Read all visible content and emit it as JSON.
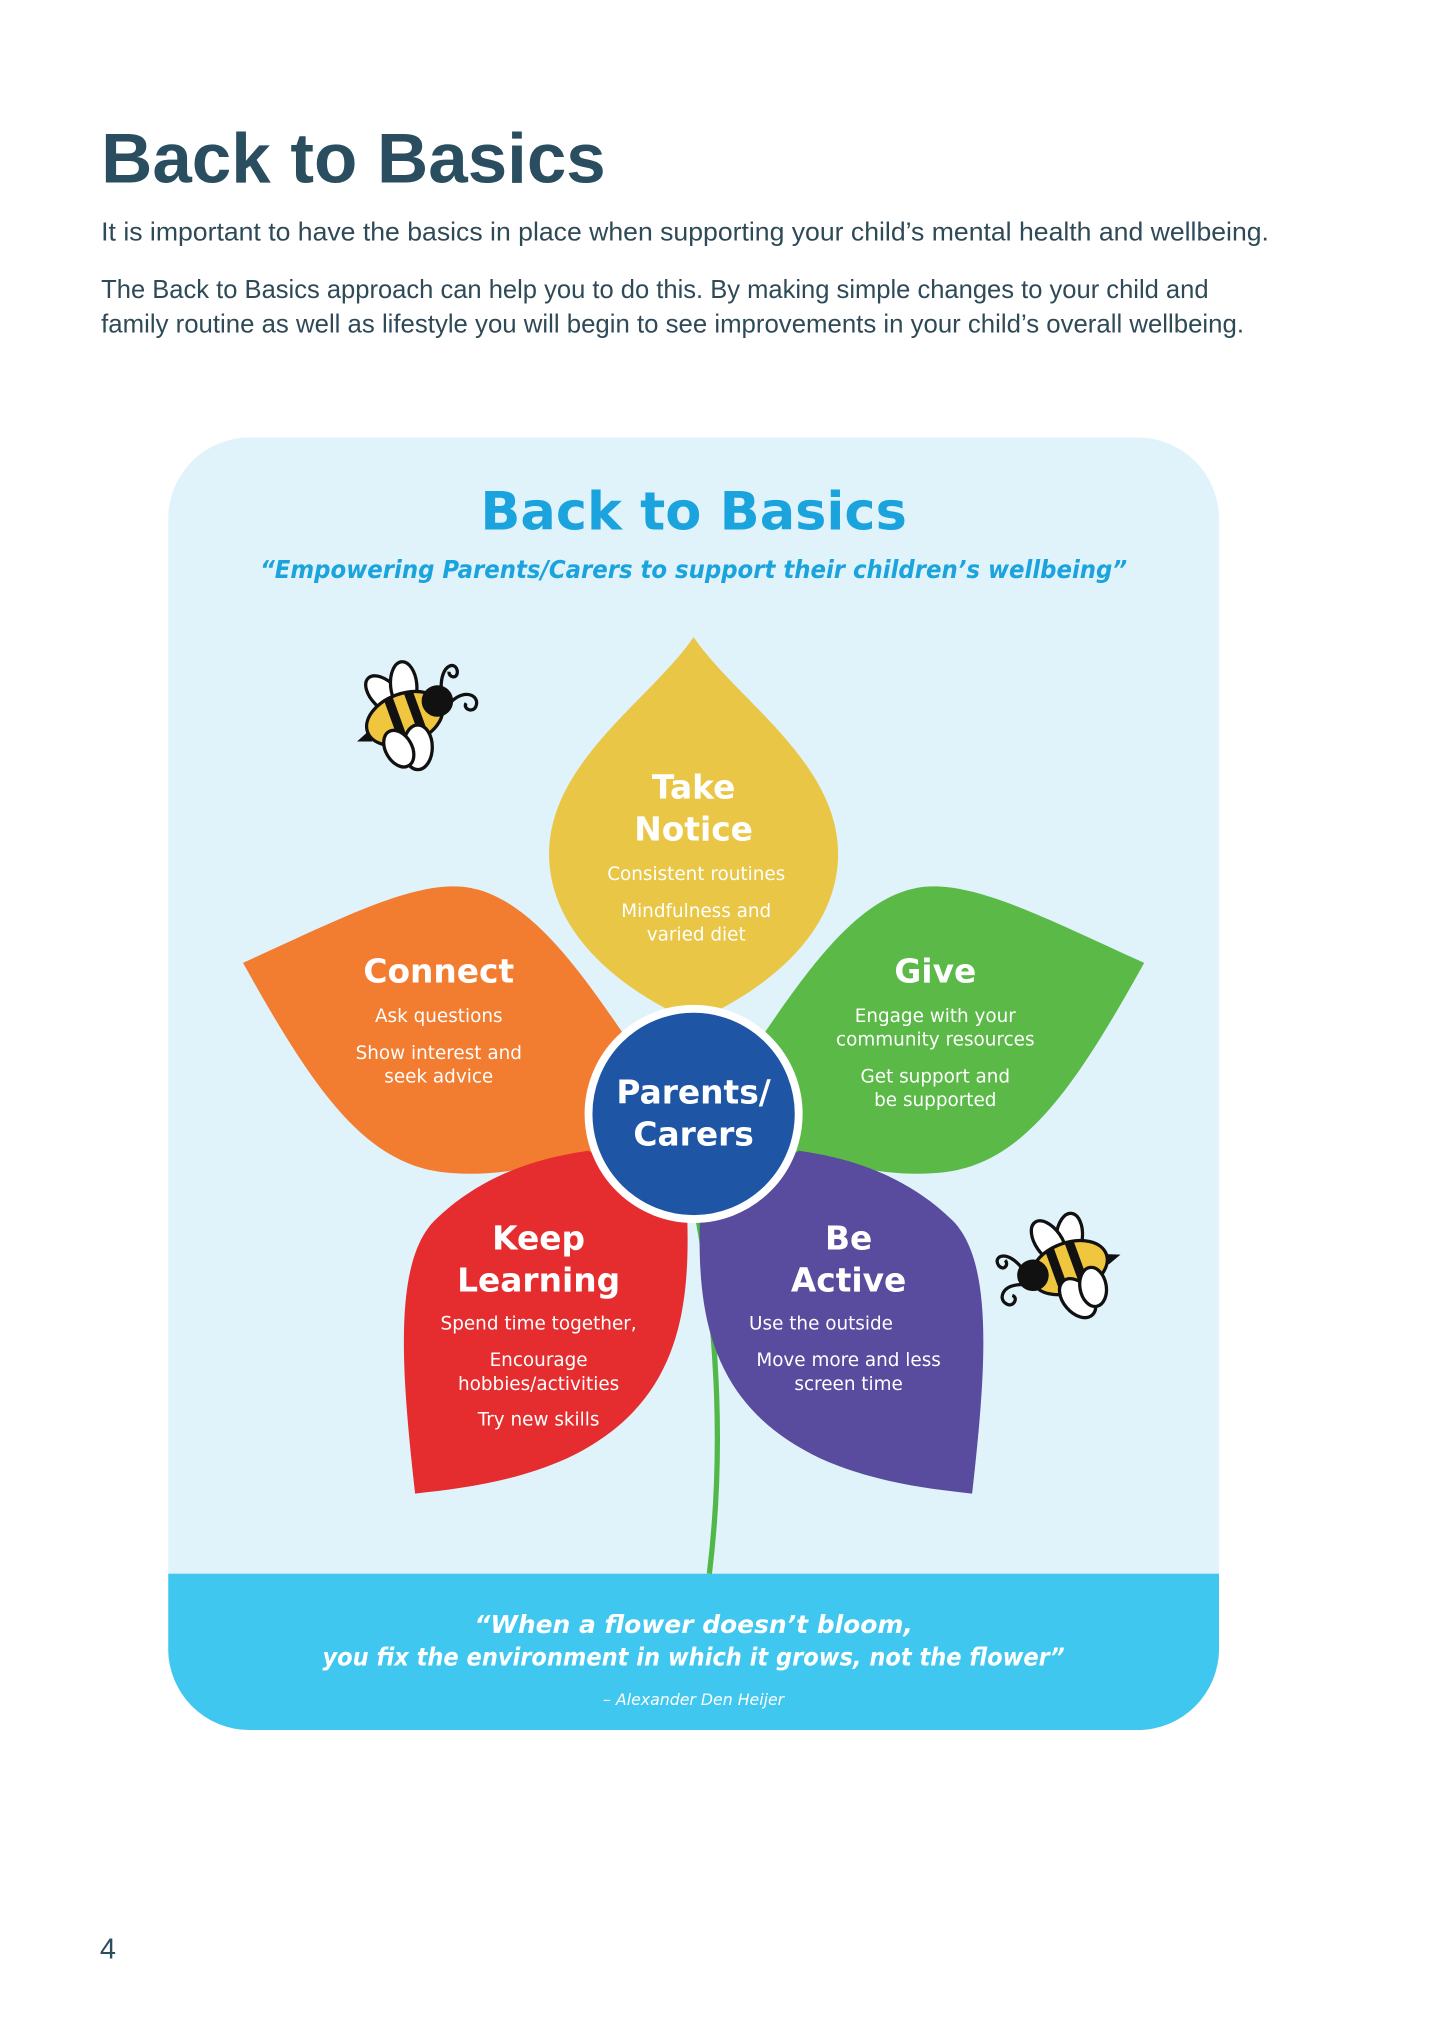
{
  "page": {
    "title": "Back to Basics",
    "intro": "It is important to have the basics in place when supporting your child’s mental health and wellbeing.",
    "body_lines": [
      "The Back to Basics approach can help you to do this. By making simple changes to your child and",
      "family routine as well as lifestyle you will begin to see improvements in your child’s overall wellbeing."
    ],
    "page_number": "4"
  },
  "infographic": {
    "title": "Back to Basics",
    "subtitle": "“Empowering Parents/Carers to support their children’s wellbeing”",
    "center": [
      "Parents/",
      "Carers"
    ],
    "colors": {
      "panel": "#e0f3fb",
      "band": "#40c7f0",
      "title": "#1aa3dd",
      "take_notice": "#e9c646",
      "connect": "#f27c30",
      "give": "#5bb947",
      "keep_learning": "#e52d2f",
      "be_active": "#594c9e",
      "center": "#1f55a5",
      "stem": "#4fb848"
    },
    "petals": {
      "take_notice": {
        "title": [
          "Take",
          "Notice"
        ],
        "items": [
          "Consistent routines",
          "Mindfulness and",
          "varied diet"
        ]
      },
      "connect": {
        "title": [
          "Connect"
        ],
        "items": [
          "Ask questions",
          "Show interest and",
          "seek advice"
        ]
      },
      "give": {
        "title": [
          "Give"
        ],
        "items": [
          "Engage with your",
          "community resources",
          "Get support and",
          "be supported"
        ]
      },
      "keep_learning": {
        "title": [
          "Keep",
          "Learning"
        ],
        "items": [
          "Spend time together,",
          "Encourage",
          "hobbies/activities",
          "Try new skills"
        ]
      },
      "be_active": {
        "title": [
          "Be",
          "Active"
        ],
        "items": [
          "Use the outside",
          "Move more and less",
          "screen time"
        ]
      }
    },
    "quote": {
      "lines": [
        "“When a flower doesn’t bloom,",
        "you fix the environment in which it grows, not the flower”"
      ],
      "author": "– Alexander Den Heijer"
    },
    "icons": [
      "bee-icon",
      "bee-icon"
    ]
  }
}
